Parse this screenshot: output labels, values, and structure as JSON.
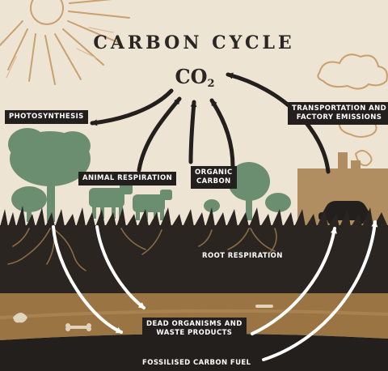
{
  "title": "CARBON CYCLE",
  "co2": {
    "main": "CO",
    "sub": "2"
  },
  "labels": {
    "photosynthesis": "PHOTOSYNTHESIS",
    "animal_respiration": "ANIMAL RESPIRATION",
    "organic_carbon_1": "ORGANIC",
    "organic_carbon_2": "CARBON",
    "transport_1": "TRANSPORTATION AND",
    "transport_2": "FACTORY EMISSIONS",
    "root_respiration": "ROOT RESPIRATION",
    "dead_1": "DEAD ORGANISMS AND",
    "dead_2": "WASTE PRODUCTS",
    "fossil": "FOSSILISED CARBON FUEL"
  },
  "colors": {
    "background": "#ede4d3",
    "ink": "#231f1d",
    "tree_green": "#6b8e70",
    "factory_tan": "#b08e61",
    "soil_dark": "#2b2522",
    "soil_tan": "#9a7443",
    "sun_rays": "#c9a06e"
  }
}
